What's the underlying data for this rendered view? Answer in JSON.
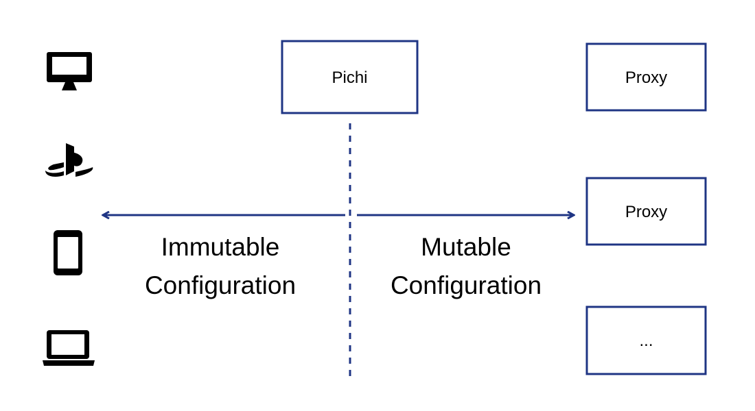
{
  "colors": {
    "navy": "#1f3584",
    "icon": "#000000",
    "text": "#000000",
    "background": "#ffffff"
  },
  "nodes": {
    "pichi": "Pichi",
    "proxy_1": "Proxy",
    "proxy_2": "Proxy",
    "ellipsis": "..."
  },
  "labels": {
    "left_line1": "Immutable",
    "left_line2": "Configuration",
    "right_line1": "Mutable",
    "right_line2": "Configuration"
  },
  "devices": [
    {
      "icon": "desktop-monitor-icon"
    },
    {
      "icon": "playstation-logo-icon"
    },
    {
      "icon": "smartphone-icon"
    },
    {
      "icon": "laptop-icon"
    }
  ]
}
